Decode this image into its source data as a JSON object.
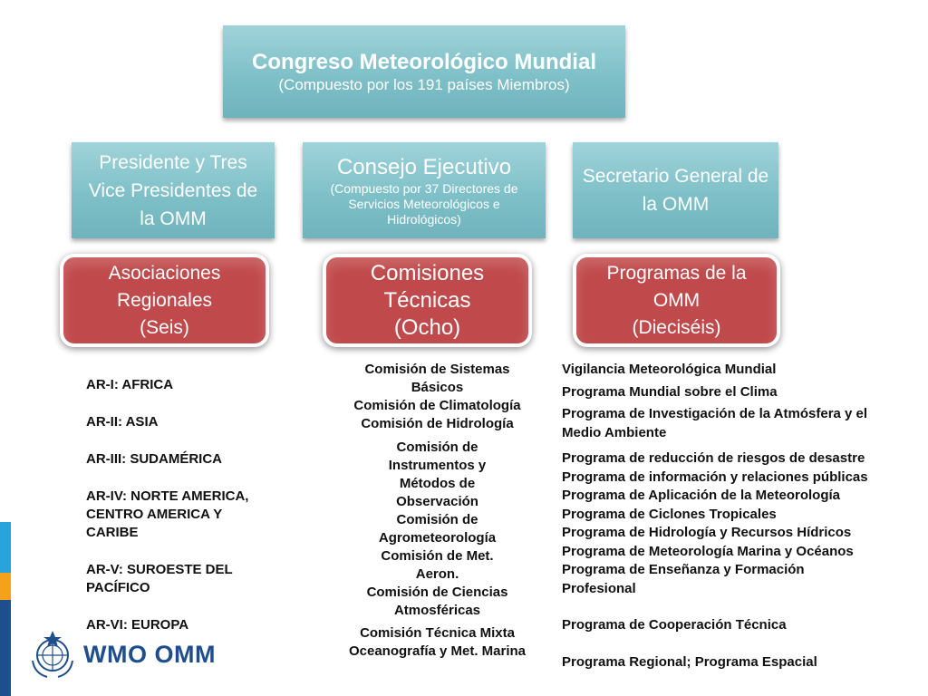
{
  "congress": {
    "title": "Congreso Meteorológico Mundial",
    "subtitle": "(Compuesto por los 191 países Miembros)"
  },
  "president": {
    "label": "Presidente y Tres Vice Presidentes de la OMM"
  },
  "executive": {
    "title": "Consejo Ejecutivo",
    "subtitle": "(Compuesto por 37 Directores de Servicios Meteorológicos e Hidrológicos)"
  },
  "secretary": {
    "label": "Secretario General de la OMM"
  },
  "associations": {
    "line1": "Asociaciones",
    "line2": "Regionales",
    "line3": "(Seis)"
  },
  "commissions": {
    "line1": "Comisiones",
    "line2": "Técnicas",
    "line3": "(Ocho)"
  },
  "programs": {
    "line1": "Programas de la",
    "line2": "OMM",
    "line3": "(Dieciséis)"
  },
  "regional_list": [
    "AR-I: AFRICA",
    "AR-II: ASIA",
    "AR-III: SUDAMÉRICA",
    "AR-IV: NORTE AMERICA, CENTRO AMERICA Y CARIBE",
    "AR-V: SUROESTE DEL PACÍFICO",
    "AR-VI: EUROPA"
  ],
  "commission_list": [
    "Comisión de Sistemas Básicos",
    "Comisión de Climatología",
    "Comisión de Hidrología",
    "Comisión de Instrumentos y Métodos de Observación",
    "Comisión de Agrometeorología",
    "Comisión de Met. Aeron.",
    "Comisión de Ciencias Atmosféricas",
    "Comisión Técnica Mixta Oceanografía y Met. Marina"
  ],
  "program_list": [
    "Vigilancia Meteorológica Mundial",
    "Programa Mundial sobre el Clima",
    "Programa de Investigación de la Atmósfera y el Medio Ambiente",
    "Programa de reducción de riesgos de desastre",
    "Programa de información y relaciones públicas",
    "Programa de Aplicación de la Meteorología",
    "Programa de Ciclones Tropicales",
    "Programa de Hidrología y Recursos Hídricos",
    "Programa de Meteorología Marina y Océanos",
    "Programa de Enseñanza y Formación Profesional",
    "Programa de Cooperación Técnica",
    "Programa Regional; Programa Espacial"
  ],
  "logo": {
    "text": "WMO OMM"
  },
  "colors": {
    "teal": "#7fc0c8",
    "red": "#c0494b",
    "stripe_top": "#29a3db",
    "stripe_mid": "#f5a21b",
    "stripe_bottom": "#1f4e8c"
  }
}
